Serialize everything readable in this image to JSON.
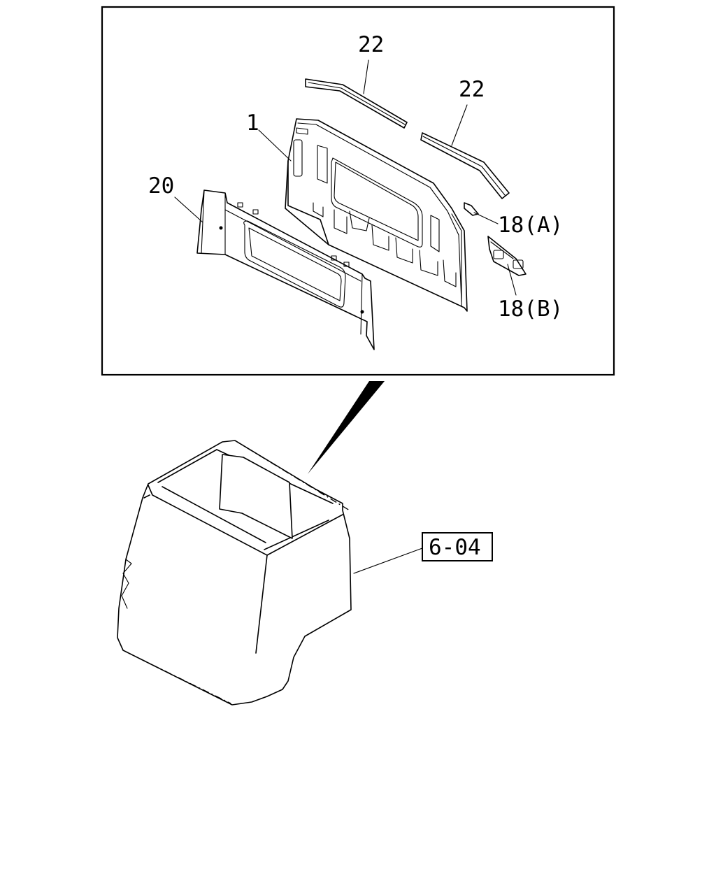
{
  "callouts": {
    "part_1": "1",
    "part_20": "20",
    "part_22_left": "22",
    "part_22_right": "22",
    "part_18a": "18(A)",
    "part_18b": "18(B)",
    "reference_box": "6-04"
  },
  "colors": {
    "ink": "#000000",
    "paper": "#ffffff"
  }
}
